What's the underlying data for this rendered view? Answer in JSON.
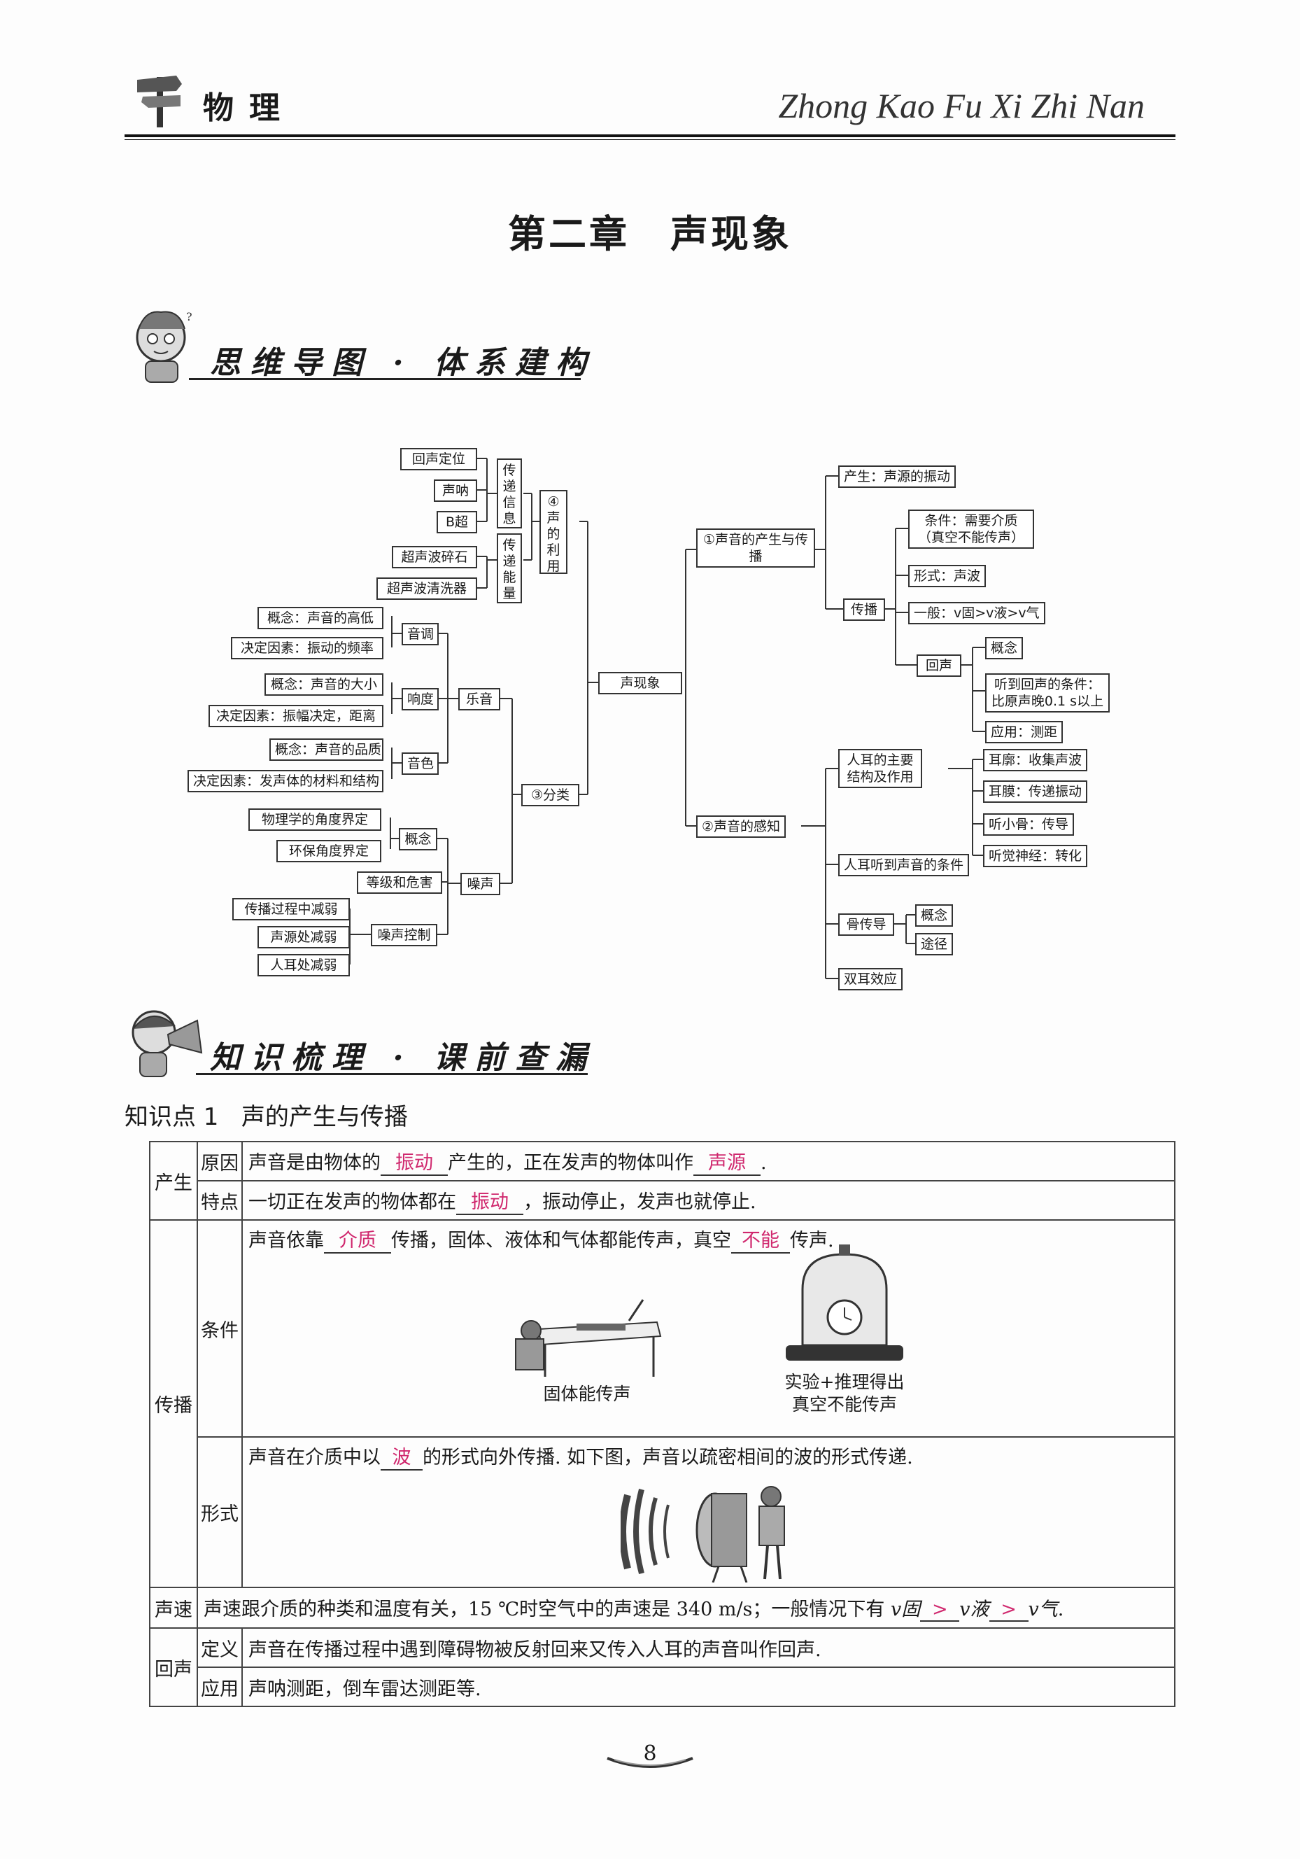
{
  "header": {
    "subject": "物理",
    "pinyin": "Zhong Kao Fu Xi Zhi Nan"
  },
  "chapter_title": "第二章　声现象",
  "banners": {
    "mindmap": "思维导图 · 体系建构",
    "review": "知识梳理 · 课前查漏"
  },
  "mindmap": {
    "root": "声现象",
    "b1": "①声音的产生与传播",
    "b1_chan": "产生：声源的振动",
    "b1_chuan": "传播",
    "b1_tiaojian": "条件：需要介质（真空不能传声）",
    "b1_xingshi": "形式：声波",
    "b1_yiban": "一般：v固>v液>v气",
    "b1_huisheng": "回声",
    "b1_gainian": "概念",
    "b1_tiaojian2": "听到回声的条件：比原声晚0.1 s以上",
    "b1_yingyong": "应用：测距",
    "b2": "②声音的感知",
    "b2_renerjg": "人耳的主要结构及作用",
    "b2_erkuo": "耳廓：收集声波",
    "b2_ermo": "耳膜：传递振动",
    "b2_tinggu": "听小骨：传导",
    "b2_shenjing": "听觉神经：转化",
    "b2_tiaojian": "人耳听到声音的条件",
    "b2_guchuandao": "骨传导",
    "b2_gn": "概念",
    "b2_tj": "途径",
    "b2_shuanger": "双耳效应",
    "b3": "③分类",
    "b3_yueyin": "乐音",
    "b3_yindiao": "音调",
    "b3_yd_gn": "概念：声音的高低",
    "b3_yd_jd": "决定因素：振动的频率",
    "b3_xiangdu": "响度",
    "b3_xd_gn": "概念：声音的大小",
    "b3_xd_jd": "决定因素：振幅决定，距离",
    "b3_yinse": "音色",
    "b3_ys_gn": "概念：声音的品质",
    "b3_ys_jd": "决定因素：发声体的材料和结构",
    "b3_zaosheng": "噪声",
    "b3_zs_gn": "概念",
    "b3_zs_wl": "物理学的角度界定",
    "b3_zs_hb": "环保角度界定",
    "b3_dengji": "等级和危害",
    "b3_kongzhi": "噪声控制",
    "b3_kz_1": "传播过程中减弱",
    "b3_kz_2": "声源处减弱",
    "b3_kz_3": "人耳处减弱",
    "b4": "④声的利用",
    "b4_xinxi": "传递信息",
    "b4_nengliang": "传递能量",
    "b4_1": "回声定位",
    "b4_2": "声呐",
    "b4_3": "B超",
    "b4_4": "超声波碎石",
    "b4_5": "超声波清洗器"
  },
  "knowledge_point": {
    "label": "知识点 1",
    "title": "声的产生与传播"
  },
  "table": {
    "chansheng": "产生",
    "yuanyin": "原因",
    "yuanyin_t1": "声音是由物体的",
    "yuanyin_a1": "振动",
    "yuanyin_t2": "产生的，正在发声的物体叫作",
    "yuanyin_a2": "声源",
    "yuanyin_t3": ".",
    "tedian": "特点",
    "tedian_t1": "一切正在发声的物体都在",
    "tedian_a1": "振动",
    "tedian_t2": "，振动停止，发声也就停止.",
    "chuanbo": "传播",
    "tiaojian": "条件",
    "tj_t1": "声音依靠",
    "tj_a1": "介质",
    "tj_t2": "传播，固体、液体和气体都能传声，真空",
    "tj_a2": "不能",
    "tj_t3": "传声.",
    "cap1": "固体能传声",
    "cap2a": "实验+推理得出",
    "cap2b": "真空不能传声",
    "xingshi": "形式",
    "xs_t1": "声音在介质中以",
    "xs_a1": "波",
    "xs_t2": "的形式向外传播. 如下图，声音以疏密相间的波的形式传递.",
    "shengsu": "声速",
    "ss_t1": "声速跟介质的种类和温度有关，15 ℃时空气中的声速是 340 m/s；一般情况下有",
    "ss_v1": "v固",
    "ss_a1": ">",
    "ss_v2": "v液",
    "ss_a2": ">",
    "ss_v3": "v气",
    "ss_t2": ".",
    "huisheng": "回声",
    "dingyi": "定义",
    "dy_t": "声音在传播过程中遇到障碍物被反射回来又传入人耳的声音叫作回声.",
    "yingyong": "应用",
    "yy_t": "声呐测距，倒车雷达测距等."
  },
  "page_number": "8"
}
